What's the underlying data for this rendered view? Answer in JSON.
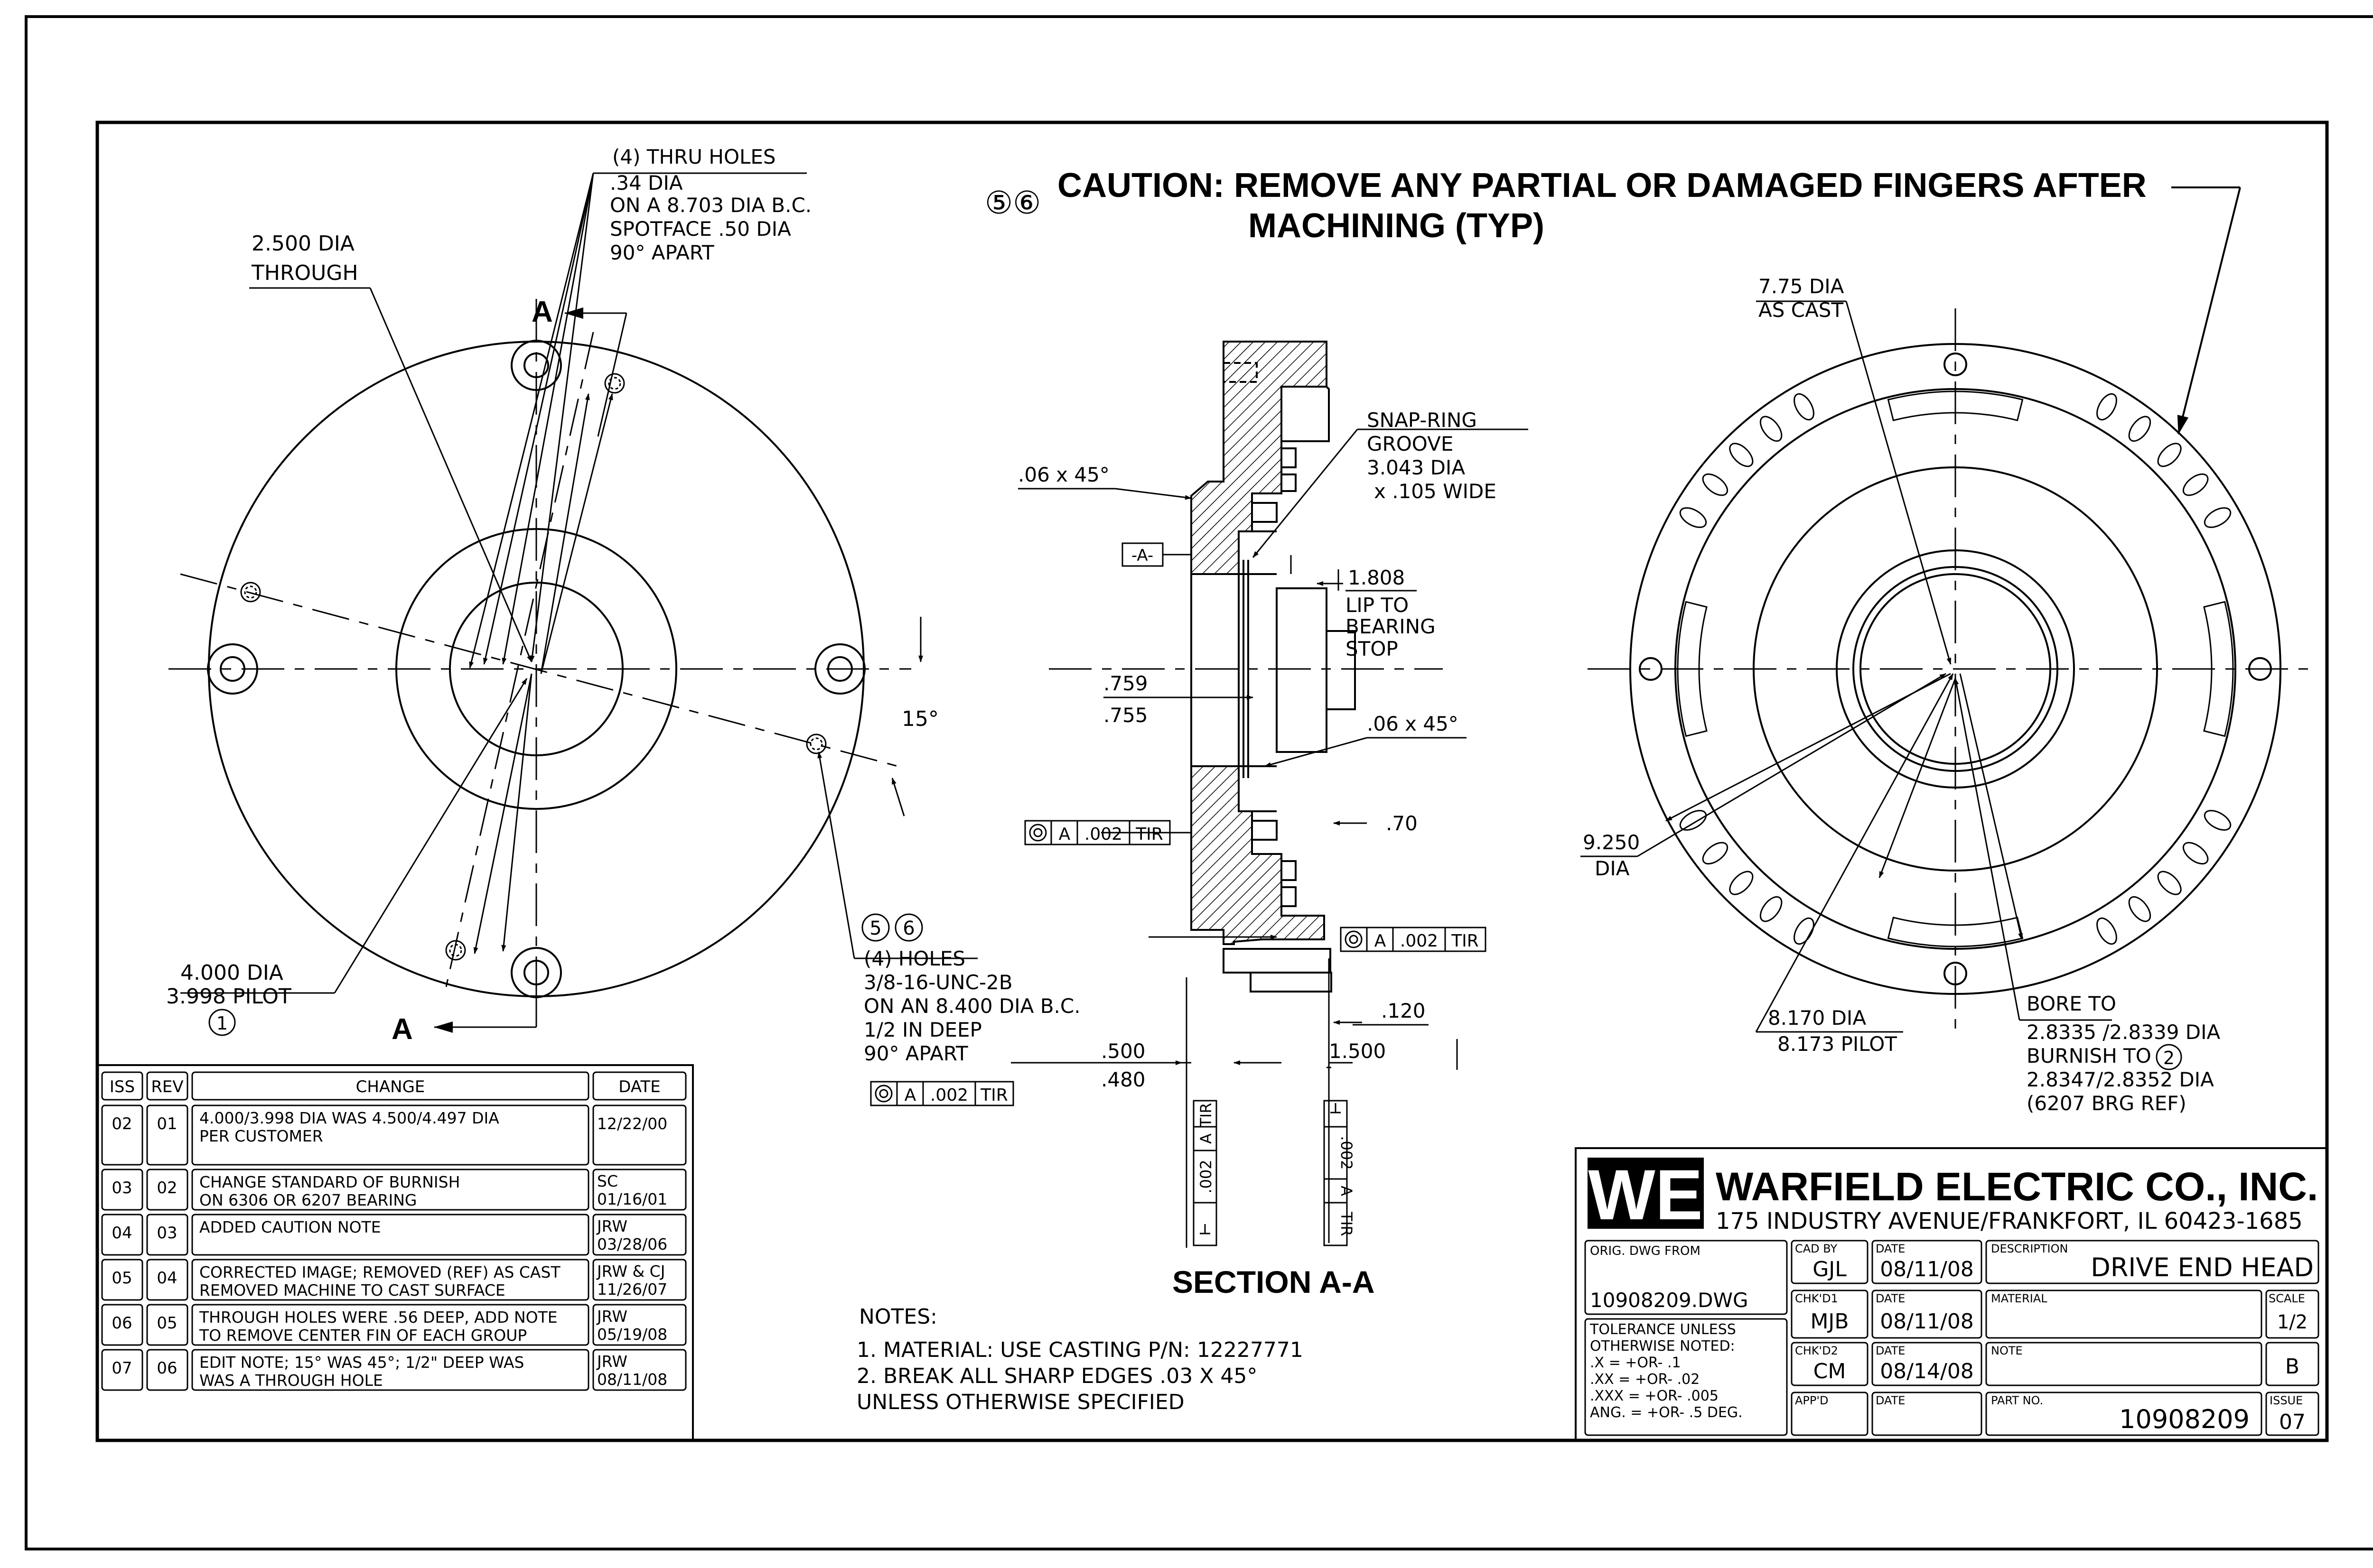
{
  "caution": {
    "markers": "⑤⑥",
    "line1": "CAUTION:  REMOVE ANY PARTIAL OR DAMAGED FINGERS AFTER",
    "line2": "MACHINING (TYP)"
  },
  "left_view": {
    "thru_holes": [
      "(4) THRU HOLES",
      ".34 DIA",
      "ON A 8.703 DIA B.C.",
      "SPOTFACE .50 DIA",
      "90° APART"
    ],
    "bore": [
      "2.500 DIA",
      "THROUGH"
    ],
    "pilot": [
      "4.000 DIA",
      "3.998 PILOT"
    ],
    "pilot_note": "1",
    "angle": "15°",
    "section_letter": "A",
    "holes_markers": [
      "5",
      "6"
    ],
    "holes": [
      "(4) HOLES",
      "3/8-16-UNC-2B",
      "ON AN 8.400 DIA B.C.",
      "1/2 IN DEEP",
      "90° APART"
    ],
    "holes_fcf": [
      "A",
      ".002",
      "TIR"
    ]
  },
  "section": {
    "title": "SECTION A-A",
    "chamfer_top": ".06 x 45°",
    "datum": "-A-",
    "snap_ring": [
      "SNAP-RING",
      "GROOVE",
      "3.043 DIA",
      "x .105 WIDE"
    ],
    "lip": [
      "1.808",
      "LIP TO",
      "BEARING",
      "STOP"
    ],
    "dim_759": [
      ".759",
      ".755"
    ],
    "chamfer_mid": ".06 x 45°",
    "fcf_left": [
      "A",
      ".002",
      "TIR"
    ],
    "dim_70": ".70",
    "fcf_right": [
      "A",
      ".002",
      "TIR"
    ],
    "dim_120": ".120",
    "dim_500": [
      ".500",
      ".480"
    ],
    "dim_1500": "1.500",
    "fcf_vert_left": [
      "A",
      ".002",
      "TIR"
    ],
    "fcf_vert_right": [
      "A",
      ".002",
      "TIR"
    ]
  },
  "right_view": {
    "cast_dia": [
      "7.75 DIA",
      "AS CAST"
    ],
    "dia_9250": [
      "9.250",
      "DIA"
    ],
    "pilot": [
      "8.170 DIA",
      "8.173 PILOT"
    ],
    "bore": [
      "BORE TO",
      "2.8335 /2.8339 DIA",
      "BURNISH TO",
      "2.8347/2.8352 DIA",
      "(6207 BRG REF)"
    ],
    "burnish_note": "2"
  },
  "notes": {
    "heading": "NOTES:",
    "items": [
      "1.  MATERIAL:  USE CASTING P/N:  12227771",
      "2.  BREAK ALL SHARP EDGES .03 X 45°",
      "     UNLESS OTHERWISE SPECIFIED"
    ]
  },
  "revisions": {
    "headers": [
      "ISS",
      "REV",
      "CHANGE",
      "DATE"
    ],
    "rows": [
      {
        "iss": "02",
        "rev": "01",
        "change": [
          "4.000/3.998 DIA WAS 4.500/4.497 DIA",
          "PER CUSTOMER"
        ],
        "date": [
          "12/22/00"
        ]
      },
      {
        "iss": "03",
        "rev": "02",
        "change": [
          "CHANGE STANDARD OF BURNISH",
          "ON 6306 OR 6207 BEARING"
        ],
        "date": [
          "SC",
          "01/16/01"
        ]
      },
      {
        "iss": "04",
        "rev": "03",
        "change": [
          "ADDED CAUTION NOTE"
        ],
        "date": [
          "JRW",
          "03/28/06"
        ]
      },
      {
        "iss": "05",
        "rev": "04",
        "change": [
          "CORRECTED IMAGE; REMOVED (REF) AS CAST",
          "REMOVED MACHINE TO CAST SURFACE"
        ],
        "date": [
          "JRW & CJ",
          "11/26/07"
        ]
      },
      {
        "iss": "06",
        "rev": "05",
        "change": [
          "THROUGH HOLES WERE .56 DEEP, ADD NOTE",
          "TO REMOVE CENTER FIN OF EACH GROUP"
        ],
        "date": [
          "JRW",
          "05/19/08"
        ]
      },
      {
        "iss": "07",
        "rev": "06",
        "change": [
          "EDIT NOTE; 15° WAS 45°; 1/2\" DEEP WAS",
          "WAS A THROUGH HOLE"
        ],
        "date": [
          "JRW",
          "08/11/08"
        ]
      }
    ]
  },
  "title_block": {
    "logo": "WE",
    "company": "WARFIELD ELECTRIC CO., INC.",
    "address": "175 INDUSTRY AVENUE/FRANKFORT, IL 60423-1685",
    "orig_dwg_label": "ORIG. DWG FROM",
    "orig_dwg": "10908209.DWG",
    "tolerance": [
      "TOLERANCE UNLESS",
      "OTHERWISE NOTED:",
      ".X     = +OR- .1",
      ".XX    = +OR- .02",
      ".XXX  = +OR- .005",
      "ANG.  = +OR- .5 DEG."
    ],
    "cad_by_label": "CAD BY",
    "cad_by": "GJL",
    "chk1_label": "CHK'D1",
    "chk1": "MJB",
    "chk2_label": "CHK'D2",
    "chk2": "CM",
    "appd_label": "APP'D",
    "date_label": "DATE",
    "date1": "08/11/08",
    "date2": "08/11/08",
    "date3": "08/14/08",
    "description_label": "DESCRIPTION",
    "description": "DRIVE END HEAD",
    "material_label": "MATERIAL",
    "note_label": "NOTE",
    "part_no_label": "PART NO.",
    "part_no": "10908209",
    "scale_label": "SCALE",
    "scale": "1/2",
    "size": "B",
    "issue_label": "ISSUE",
    "issue": "07"
  }
}
